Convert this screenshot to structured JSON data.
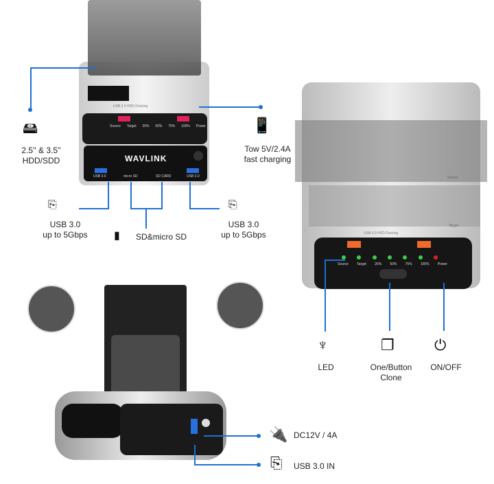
{
  "device": {
    "brand": "WAVLINK",
    "docking_label": "USB 3.0 HDD Docking",
    "slot_source": "Source",
    "slot_target": "Target",
    "leds": [
      "Source",
      "Target",
      "25%",
      "50%",
      "75%",
      "100%",
      "Power"
    ],
    "ports": [
      "USB 3.0",
      "micro SD",
      "SD CARD",
      "USB 3.0"
    ],
    "power_button": "ON/OFF"
  },
  "callouts": {
    "hdd": {
      "icon": "hard-disk-icon",
      "line1": "2.5'' & 3.5''",
      "line2": "HDD/SDD"
    },
    "charging": {
      "icon": "phone-charging-icon",
      "line1": "Tow 5V/2.4A",
      "line2": "fast charging"
    },
    "usb_left": {
      "icon": "usb-plug-icon",
      "line1": "USB 3.0",
      "line2": "up to 5Gbps"
    },
    "sd": {
      "icon": "sd-card-icon",
      "line1": "SD&micro SD"
    },
    "usb_right": {
      "icon": "usb-plug-icon",
      "line1": "USB 3.0",
      "line2": "up to 5Gbps"
    },
    "led": {
      "icon": "led-icon",
      "line1": "LED"
    },
    "clone": {
      "icon": "documents-icon",
      "line1": "One/Button",
      "line2": "Clone"
    },
    "onoff": {
      "icon": "power-icon",
      "line1": "ON/OFF"
    },
    "dc": {
      "icon": "power-plug-icon",
      "line1": "DC12V / 4A"
    },
    "usbin": {
      "icon": "usb-plug-icon",
      "line1": "USB 3.0  IN"
    }
  },
  "colors": {
    "accent": "#1f6fd6",
    "led_green": "#3ad04a",
    "led_red": "#e02020",
    "port_pink": "#e0245a",
    "port_blue": "#2a6fe0"
  }
}
